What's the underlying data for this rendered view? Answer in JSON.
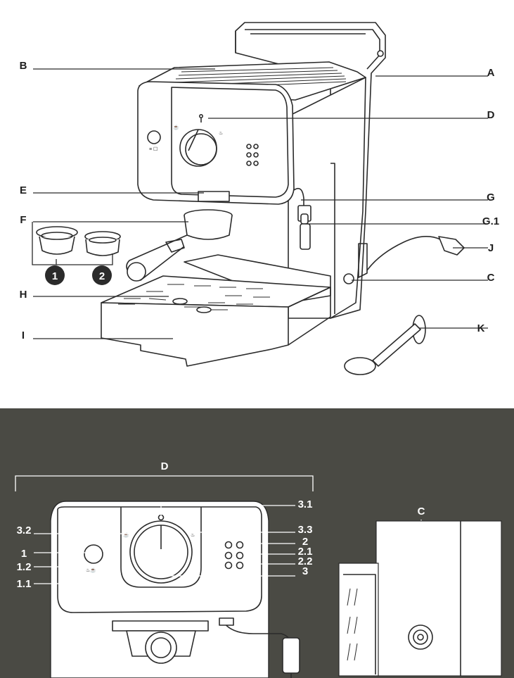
{
  "overview": {
    "labels": {
      "A": "A",
      "B": "B",
      "C": "C",
      "D": "D",
      "E": "E",
      "F": "F",
      "G": "G",
      "G1": "G.1",
      "H": "H",
      "I": "I",
      "J": "J",
      "K": "K"
    },
    "filter_badges": [
      "1",
      "2"
    ]
  },
  "detail_panel": {
    "background": "#4a4a44",
    "title": "D",
    "labels": {
      "l1": "1",
      "l1_1": "1.1",
      "l1_2": "1.2",
      "l2": "2",
      "l2_1": "2.1",
      "l2_2": "2.2",
      "l3": "3",
      "l3_1": "3.1",
      "l3_2": "3.2",
      "l3_3": "3.3"
    },
    "inset_title": "C"
  }
}
